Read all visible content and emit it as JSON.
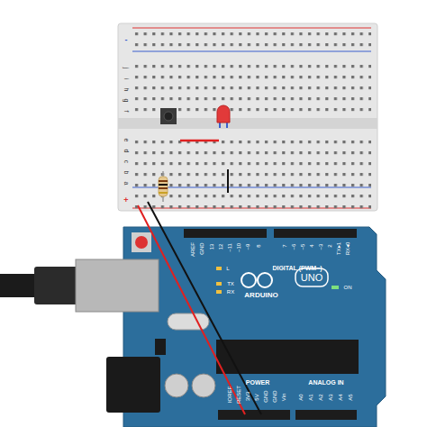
{
  "diagram": {
    "labels": [
      "AREF",
      "GND",
      "13",
      "12",
      "~11",
      "~10",
      "~9",
      "8",
      "7",
      "~6",
      "~5",
      "4",
      "~3",
      "2",
      "TX▸1",
      "RX◂0",
      "DIGITAL (PWM~)",
      "L",
      "TX",
      "RX",
      "ARDUINO",
      "UNO",
      "ON",
      "IOREF",
      "RESET",
      "3V3",
      "5V",
      "GND",
      "GND",
      "Vin",
      "POWER",
      "A0",
      "A1",
      "A2",
      "A3",
      "A4",
      "A5",
      "ANALOG IN",
      "j",
      "i",
      "h",
      "g",
      "f",
      "e",
      "d",
      "c",
      "b",
      "a",
      "-",
      "+"
    ]
  }
}
